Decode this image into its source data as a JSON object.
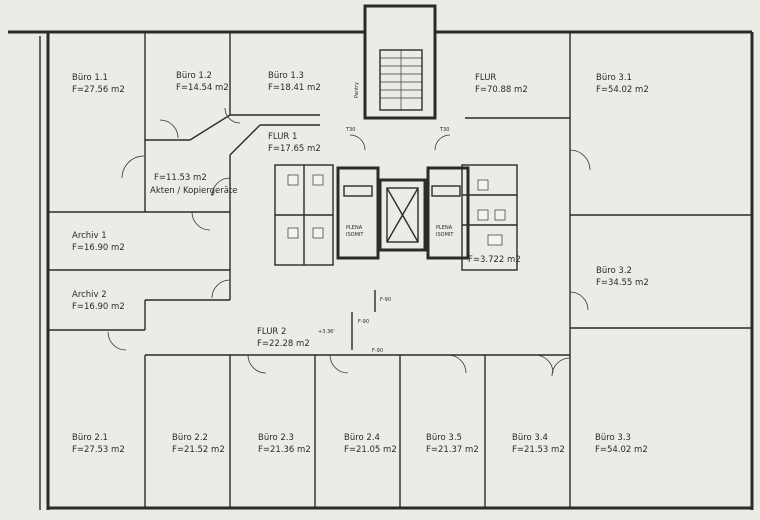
{
  "rooms": [
    {
      "name": "Büro 1.1",
      "area": "F=27.56 m2"
    },
    {
      "name": "Büro 1.2",
      "area": "F=14.54 m2"
    },
    {
      "name": "Büro 1.3",
      "area": "F=18.41 m2"
    },
    {
      "name": "FLUR",
      "area": "F=70.88 m2"
    },
    {
      "name": "Büro 3.1",
      "area": "F=54.02 m2"
    },
    {
      "name": "FLUR 1",
      "area": "F=17.65 m2"
    },
    {
      "name": "Akten / Kopiergeräte",
      "area": "F=11.53 m2"
    },
    {
      "name": "Archiv 1",
      "area": "F=16.90 m2"
    },
    {
      "name": "Archiv 2",
      "area": "F=16.90 m2"
    },
    {
      "name": "Büro 3.2",
      "area": "F=34.55 m2"
    },
    {
      "name": "FLUR 2",
      "area": "F=22.28 m2"
    },
    {
      "name": "Büro 2.1",
      "area": "F=27.53 m2"
    },
    {
      "name": "Büro 2.2",
      "area": "F=21.52 m2"
    },
    {
      "name": "Büro 2.3",
      "area": "F=21.36 m2"
    },
    {
      "name": "Büro 2.4",
      "area": "F=21.05 m2"
    },
    {
      "name": "Büro 3.5",
      "area": "F=21.37 m2"
    },
    {
      "name": "Büro 3.4",
      "area": "F=21.53 m2"
    },
    {
      "name": "Büro 3.3",
      "area": "F=54.02 m2"
    }
  ],
  "small_labels": {
    "pantry": "Pantry",
    "plena_left": "PLENA",
    "isomit_left": "ISOMIT",
    "plena_right": "PLENA",
    "isomit_right": "ISOMIT",
    "wc_area": "F=3.722 m2",
    "t30_left": "T30",
    "t30_right": "T30",
    "fb_1": "F-90",
    "fb_2": "F-90",
    "fb_3": "F-90",
    "elevation": "+3.36'"
  }
}
